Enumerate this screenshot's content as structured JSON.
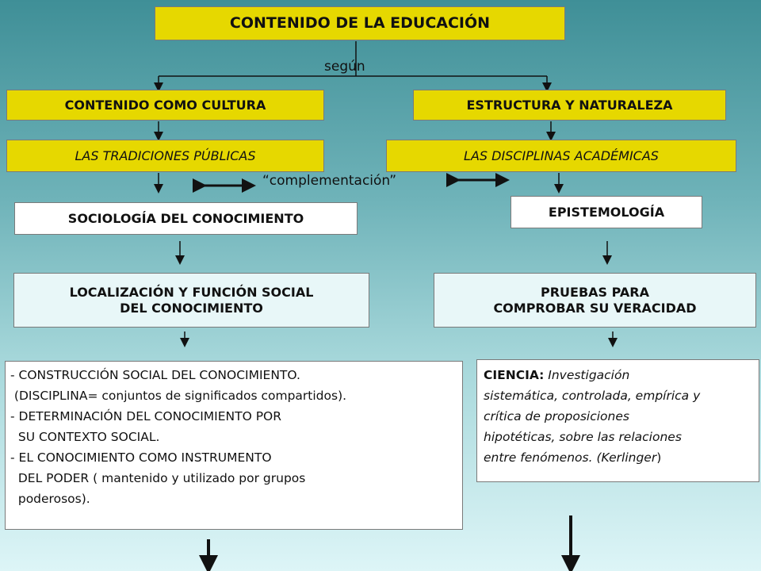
{
  "title": "CONTENIDO DE LA EDUCACIÓN",
  "segun": "según",
  "left": {
    "branch": "CONTENIDO COMO CULTURA",
    "sub": "LAS TRADICIONES PÚBLICAS",
    "field": "SOCIOLOGÍA DEL CONOCIMIENTO",
    "purpose_line1": "LOCALIZACIÓN Y FUNCIÓN SOCIAL",
    "purpose_line2": "DEL CONOCIMIENTO",
    "details": [
      "- CONSTRUCCIÓN SOCIAL DEL CONOCIMIENTO.",
      " (DISCIPLINA= conjuntos de significados compartidos).",
      "- DETERMINACIÓN DEL CONOCIMIENTO POR",
      "  SU CONTEXTO SOCIAL.",
      "- EL CONOCIMIENTO COMO INSTRUMENTO",
      "  DEL PODER ( mantenido y utilizado por grupos",
      "  poderosos)."
    ]
  },
  "right": {
    "branch": "ESTRUCTURA Y NATURALEZA",
    "sub": "LAS DISCIPLINAS ACADÉMICAS",
    "field": "EPISTEMOLOGÍA",
    "purpose_line1": "PRUEBAS PARA",
    "purpose_line2": "COMPROBAR SU VERACIDAD",
    "science_term": "CIENCIA:",
    "science_def": [
      " Investigación",
      "sistemática, controlada, empírica y",
      "crítica de proposiciones",
      "hipotéticas, sobre las relaciones",
      "entre fenómenos. ("
    ],
    "science_author": "Kerlinger",
    "science_close": ")"
  },
  "link_label": "“complementación”"
}
